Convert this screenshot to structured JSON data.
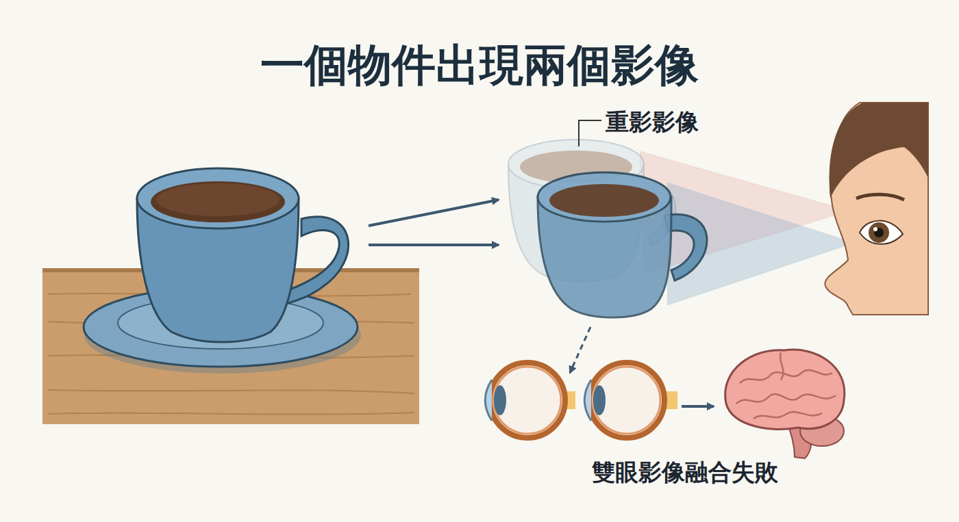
{
  "diagram": {
    "title": "一個物件出現兩個影像",
    "labels": [
      "重影影像",
      "雙眼影像融合失敗"
    ]
  }
}
